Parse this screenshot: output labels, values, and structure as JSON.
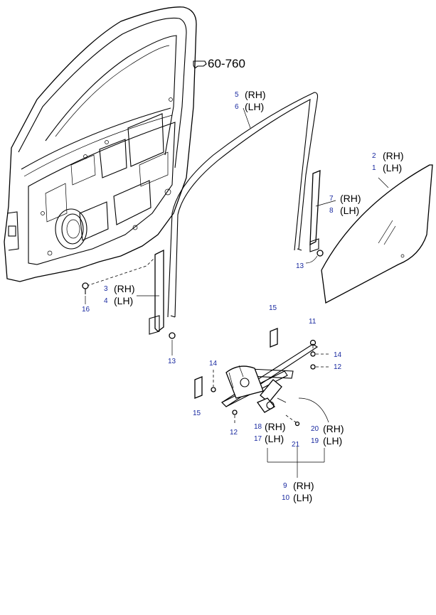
{
  "reference": {
    "code": "60-760",
    "icon": "pointing-hand-icon"
  },
  "labels": {
    "rh": "(RH)",
    "lh": "(LH)"
  },
  "callouts": {
    "glass_rh": "2",
    "glass_lh": "1",
    "run_rh": "5",
    "run_lh": "6",
    "rear_channel_rh": "7",
    "rear_channel_lh": "8",
    "front_channel_rh": "3",
    "front_channel_lh": "4",
    "nut_rear": "13",
    "nut_front": "13",
    "bolt_front": "16",
    "bracket_top": "15",
    "bracket_bottom": "15",
    "nut_regulator": "11",
    "bolt_upper_a": "14",
    "bolt_upper_b": "12",
    "bolt_lower_a": "14",
    "bolt_lower_b": "12",
    "motor_rh": "18",
    "motor_lh": "17",
    "screw_motor": "21",
    "regulator_rh": "20",
    "regulator_lh": "19",
    "assembly_rh": "9",
    "assembly_lh": "10"
  }
}
